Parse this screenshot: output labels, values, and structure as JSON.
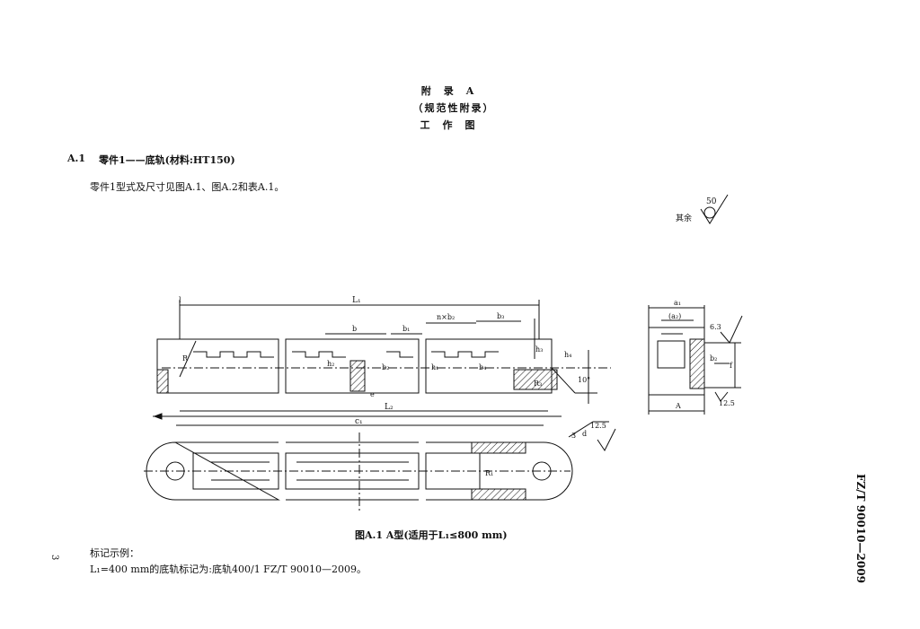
{
  "header": {
    "title": "附录A",
    "subtitle": "（规范性附录）",
    "section_name": "工作图"
  },
  "section": {
    "number": "A.1",
    "heading": "零件1——底轨(材料:HT150)",
    "body": "零件1型式及尺寸见图A.1、图A.2和表A.1。"
  },
  "roughness": {
    "label": "其余",
    "value": "50"
  },
  "drawing": {
    "dim_L1": "L₁",
    "dim_L2": "L₂",
    "dim_c1": "c₁",
    "dim_b": "b",
    "dim_b1": "b₁",
    "dim_b2": "b₂",
    "dim_b3": "b₃",
    "dim_b4": "b₄",
    "dim_nxb2": "n×b₂",
    "dim_h1": "h₁",
    "dim_h2": "h₂",
    "dim_h3": "h₃",
    "dim_h4": "h₄",
    "dim_R": "R",
    "dim_R1": "R₁",
    "dim_R3": "R₃",
    "dim_d": "d",
    "dim_e": "e",
    "dim_f": "f",
    "dim_a1": "a₁",
    "dim_a2": "(a₂)",
    "dim_A": "A",
    "dim_l": "l",
    "dim_angle": "10°",
    "dim_3": "3",
    "rough_63": "6.3",
    "rough_125": "12.5",
    "rough_125b": "12.5"
  },
  "figure": {
    "caption": "图A.1  A型(适用于L₁≤800 mm)"
  },
  "marking": {
    "heading": "标记示例：",
    "example": "L₁=400 mm的底轨标记为:底轨400/1 FZ/T 90010—2009。"
  },
  "page_number": "3",
  "standard_code": "FZ/T 90010—2009"
}
